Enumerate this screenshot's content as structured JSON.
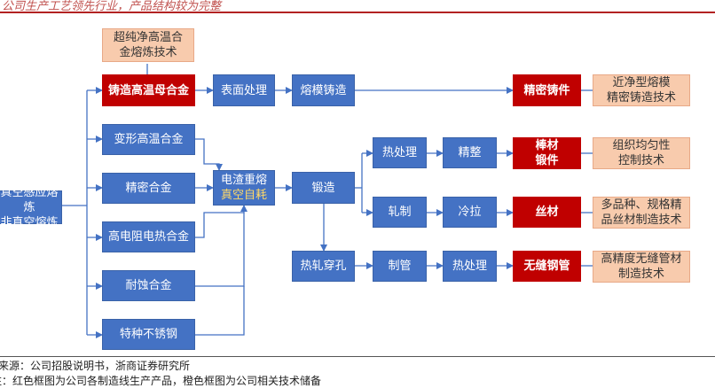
{
  "header": {
    "title": "公司生产工艺领先行业，产品结构较为完整"
  },
  "source": {
    "chart_1": "超纯净高温合金熔炼技术",
    "left": [
      "真空感应熔炼",
      "非真空熔炼"
    ],
    "feed": [
      "铸造高温母合金",
      "变形高温合金",
      "精密合金",
      "高电阻电热合金",
      "耐蚀合金",
      "特种不锈钢"
    ]
  },
  "process": {
    "surface": "表面处理",
    "melt_cast": "熔模铸造",
    "esr_line1": "电渣重熔",
    "esr_line2": "真空自耗",
    "forge": "锻造",
    "heat_treat": "热处理",
    "finish": "精整",
    "rolling": "轧制",
    "cold_draw": "冷拉",
    "hot_pierce": "热轧穿孔",
    "tube_make": "制管",
    "heat_treat2": "热处理"
  },
  "products": {
    "precision_casting": "精密铸件",
    "bar_line1": "棒材",
    "bar_line2": "锻件",
    "wire": "丝材",
    "seamless": "无缝钢管"
  },
  "tech": {
    "t1": [
      "近净型熔模",
      "精密铸造技术"
    ],
    "t2": [
      "组织均匀性",
      "控制技术"
    ],
    "t3": [
      "多品种、规格精",
      "品丝材制造技术"
    ],
    "t4": [
      "高精度无缝管材",
      "制造技术"
    ]
  },
  "footer": {
    "source": "资料来源：公司招股说明书，浙商证券研究所",
    "note": "注：红色框图为公司各制造线生产产品，橙色框图为公司相关技术储备"
  },
  "colors": {
    "blue": "#4472c4",
    "red": "#c00000",
    "orange": "#f8cbad",
    "header": "#c0504d"
  }
}
